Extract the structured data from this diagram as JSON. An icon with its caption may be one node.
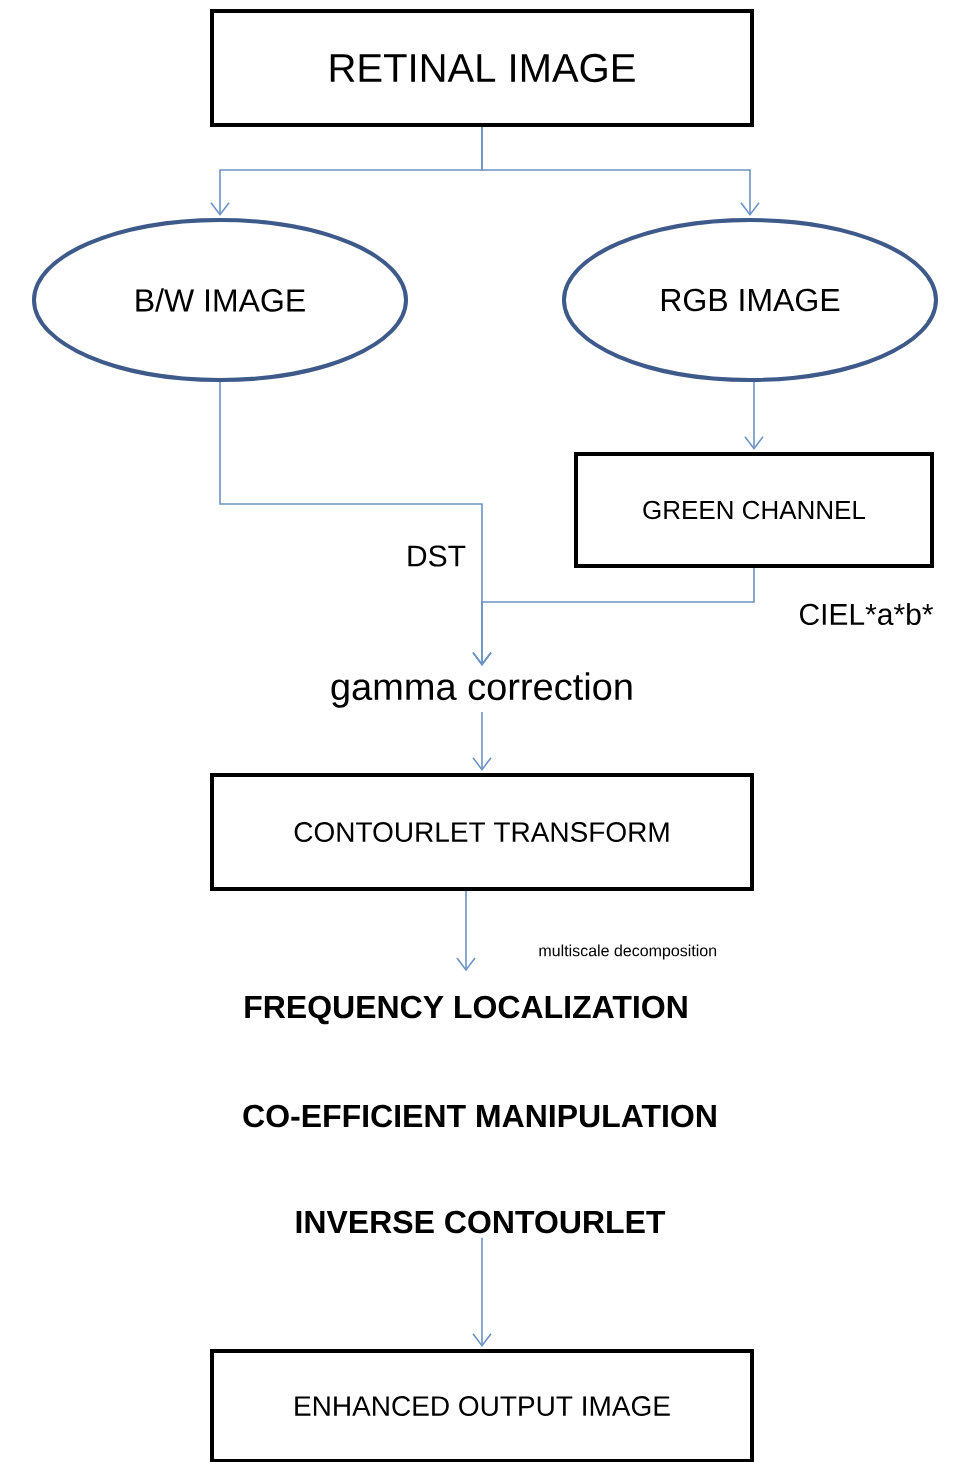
{
  "diagram": {
    "nodes": [
      {
        "text": [
          "RETINAL IMAGE"
        ]
      },
      {
        "text": [
          "B/W IMAGE"
        ]
      },
      {
        "text": [
          "RGB IMAGE"
        ]
      },
      {
        "text": [
          "GREEN CHANNEL"
        ]
      },
      {
        "text": [
          "gamma correction"
        ]
      },
      {
        "text": [
          "CONTOURLET TRANSFORM"
        ]
      },
      {
        "text": [
          "FREQUENCY LOCALIZATION"
        ]
      },
      {
        "text": [
          "INVERSE CONTOURLET"
        ]
      },
      {
        "text": [
          "ENHANCED OUTPUT IMAGE"
        ]
      }
    ],
    "edges": [
      {
        "from": 0,
        "to": 1,
        "arrow": "to"
      },
      {
        "from": 0,
        "to": 2,
        "arrow": "to"
      },
      {
        "from": 2,
        "to": 3,
        "arrow": "to"
      },
      {
        "from": 1,
        "to": 4,
        "arrow": "to",
        "label": "DST"
      },
      {
        "from": 3,
        "to": 4,
        "arrow": "to",
        "label": "CIEL*a*b*"
      },
      {
        "from": 4,
        "to": 5,
        "arrow": "to"
      },
      {
        "from": 5,
        "to": 6,
        "arrow": "to",
        "label": "multiscale decomposition"
      },
      {
        "from": 7,
        "to": 8,
        "arrow": "to"
      }
    ],
    "labels": [
      "CO-EFFICIENT MANIPULATION"
    ]
  }
}
